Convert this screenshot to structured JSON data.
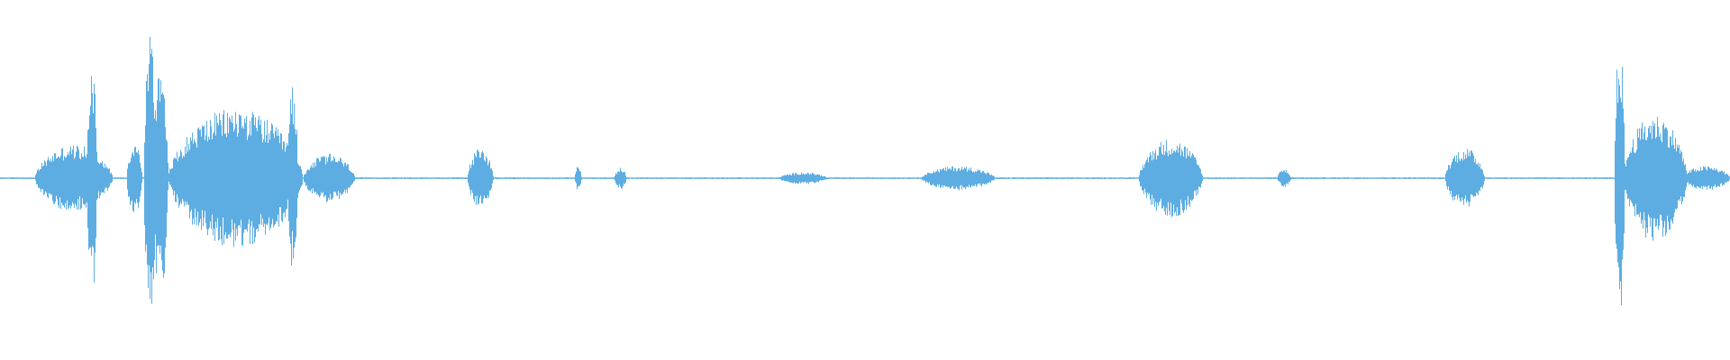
{
  "waveform": {
    "color": "#5DADE2",
    "background": "#FFFFFF",
    "segments_note": "",
    "bursts": [
      {
        "start": 0.02,
        "end": 0.065,
        "amp": 0.22
      },
      {
        "start": 0.05,
        "end": 0.056,
        "amp": 0.78
      },
      {
        "start": 0.073,
        "end": 0.082,
        "amp": 0.24
      },
      {
        "start": 0.083,
        "end": 0.09,
        "amp": 0.98
      },
      {
        "start": 0.088,
        "end": 0.097,
        "amp": 0.8
      },
      {
        "start": 0.097,
        "end": 0.175,
        "amp": 0.46
      },
      {
        "start": 0.166,
        "end": 0.172,
        "amp": 0.62
      },
      {
        "start": 0.175,
        "end": 0.205,
        "amp": 0.16
      },
      {
        "start": 0.27,
        "end": 0.285,
        "amp": 0.2
      },
      {
        "start": 0.332,
        "end": 0.336,
        "amp": 0.08
      },
      {
        "start": 0.355,
        "end": 0.362,
        "amp": 0.07
      },
      {
        "start": 0.45,
        "end": 0.478,
        "amp": 0.04
      },
      {
        "start": 0.532,
        "end": 0.575,
        "amp": 0.08
      },
      {
        "start": 0.658,
        "end": 0.695,
        "amp": 0.26
      },
      {
        "start": 0.738,
        "end": 0.746,
        "amp": 0.06
      },
      {
        "start": 0.835,
        "end": 0.858,
        "amp": 0.2
      },
      {
        "start": 0.933,
        "end": 0.939,
        "amp": 0.92
      },
      {
        "start": 0.938,
        "end": 0.975,
        "amp": 0.42
      },
      {
        "start": 0.972,
        "end": 1.0,
        "amp": 0.08
      }
    ]
  }
}
